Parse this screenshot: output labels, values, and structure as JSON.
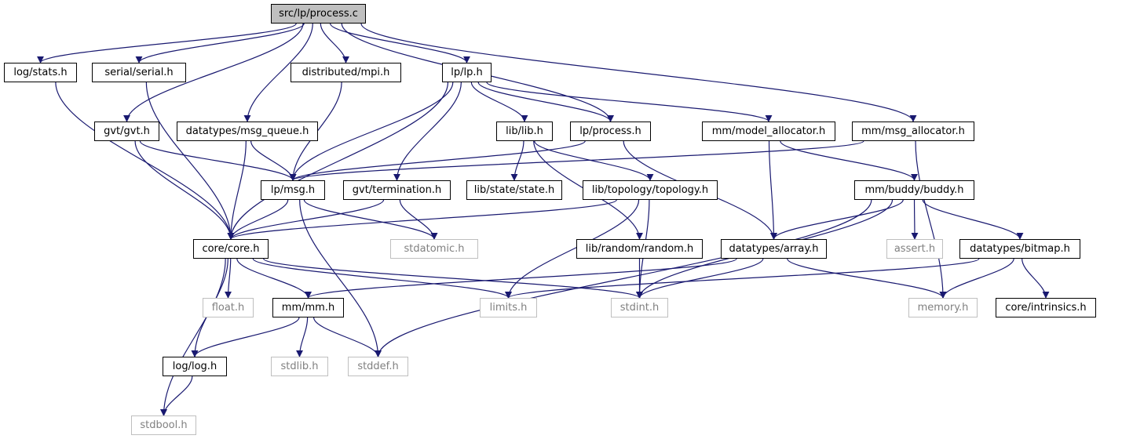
{
  "diagram": {
    "type": "include-dependency-graph",
    "colors": {
      "edge": "#191970",
      "node_border": "#000000",
      "external_border": "#bfbfbf",
      "external_text": "#808080",
      "root_fill": "#bfbfbf"
    },
    "nodes": [
      {
        "id": "process_c",
        "label": "src/lp/process.c",
        "kind": "root"
      },
      {
        "id": "log_stats",
        "label": "log/stats.h",
        "kind": "local"
      },
      {
        "id": "serial",
        "label": "serial/serial.h",
        "kind": "local"
      },
      {
        "id": "mpi",
        "label": "distributed/mpi.h",
        "kind": "local"
      },
      {
        "id": "lp_lp",
        "label": "lp/lp.h",
        "kind": "local"
      },
      {
        "id": "gvt",
        "label": "gvt/gvt.h",
        "kind": "local"
      },
      {
        "id": "msg_queue",
        "label": "datatypes/msg_queue.h",
        "kind": "local"
      },
      {
        "id": "lib_lib",
        "label": "lib/lib.h",
        "kind": "local"
      },
      {
        "id": "lp_process",
        "label": "lp/process.h",
        "kind": "local"
      },
      {
        "id": "model_alloc",
        "label": "mm/model_allocator.h",
        "kind": "local"
      },
      {
        "id": "msg_alloc",
        "label": "mm/msg_allocator.h",
        "kind": "local"
      },
      {
        "id": "lp_msg",
        "label": "lp/msg.h",
        "kind": "local"
      },
      {
        "id": "gvt_term",
        "label": "gvt/termination.h",
        "kind": "local"
      },
      {
        "id": "lib_state",
        "label": "lib/state/state.h",
        "kind": "local"
      },
      {
        "id": "topology",
        "label": "lib/topology/topology.h",
        "kind": "local"
      },
      {
        "id": "buddy",
        "label": "mm/buddy/buddy.h",
        "kind": "local"
      },
      {
        "id": "core",
        "label": "core/core.h",
        "kind": "local"
      },
      {
        "id": "stdatomic",
        "label": "stdatomic.h",
        "kind": "system"
      },
      {
        "id": "random",
        "label": "lib/random/random.h",
        "kind": "local"
      },
      {
        "id": "array",
        "label": "datatypes/array.h",
        "kind": "local"
      },
      {
        "id": "assert",
        "label": "assert.h",
        "kind": "system"
      },
      {
        "id": "bitmap",
        "label": "datatypes/bitmap.h",
        "kind": "local"
      },
      {
        "id": "float",
        "label": "float.h",
        "kind": "system"
      },
      {
        "id": "mm",
        "label": "mm/mm.h",
        "kind": "local"
      },
      {
        "id": "limits",
        "label": "limits.h",
        "kind": "system"
      },
      {
        "id": "stdint",
        "label": "stdint.h",
        "kind": "system"
      },
      {
        "id": "memory",
        "label": "memory.h",
        "kind": "system"
      },
      {
        "id": "intrinsics",
        "label": "core/intrinsics.h",
        "kind": "local"
      },
      {
        "id": "log_log",
        "label": "log/log.h",
        "kind": "local"
      },
      {
        "id": "stdlib",
        "label": "stdlib.h",
        "kind": "system"
      },
      {
        "id": "stddef",
        "label": "stddef.h",
        "kind": "system"
      },
      {
        "id": "stdbool",
        "label": "stdbool.h",
        "kind": "system"
      }
    ],
    "edges": [
      [
        "process_c",
        "log_stats"
      ],
      [
        "process_c",
        "serial"
      ],
      [
        "process_c",
        "mpi"
      ],
      [
        "process_c",
        "lp_lp"
      ],
      [
        "process_c",
        "gvt"
      ],
      [
        "process_c",
        "msg_queue"
      ],
      [
        "process_c",
        "lp_process"
      ],
      [
        "process_c",
        "msg_alloc"
      ],
      [
        "log_stats",
        "core"
      ],
      [
        "serial",
        "core"
      ],
      [
        "mpi",
        "lp_msg"
      ],
      [
        "lp_lp",
        "lp_msg"
      ],
      [
        "lp_lp",
        "core"
      ],
      [
        "lp_lp",
        "lib_lib"
      ],
      [
        "lp_lp",
        "lp_process"
      ],
      [
        "lp_lp",
        "model_alloc"
      ],
      [
        "lp_lp",
        "gvt_term"
      ],
      [
        "gvt",
        "lp_msg"
      ],
      [
        "gvt",
        "core"
      ],
      [
        "msg_queue",
        "lp_msg"
      ],
      [
        "msg_queue",
        "core"
      ],
      [
        "lib_lib",
        "lib_state"
      ],
      [
        "lib_lib",
        "topology"
      ],
      [
        "lib_lib",
        "random"
      ],
      [
        "lp_process",
        "lp_msg"
      ],
      [
        "lp_process",
        "array"
      ],
      [
        "model_alloc",
        "array"
      ],
      [
        "model_alloc",
        "buddy"
      ],
      [
        "msg_alloc",
        "lp_msg"
      ],
      [
        "msg_alloc",
        "memory"
      ],
      [
        "lp_msg",
        "core"
      ],
      [
        "lp_msg",
        "stdatomic"
      ],
      [
        "lp_msg",
        "stddef"
      ],
      [
        "gvt_term",
        "core"
      ],
      [
        "gvt_term",
        "stdatomic"
      ],
      [
        "topology",
        "core"
      ],
      [
        "topology",
        "limits"
      ],
      [
        "topology",
        "stdint"
      ],
      [
        "buddy",
        "array"
      ],
      [
        "buddy",
        "assert"
      ],
      [
        "buddy",
        "bitmap"
      ],
      [
        "buddy",
        "stdint"
      ],
      [
        "buddy",
        "stddef"
      ],
      [
        "core",
        "float"
      ],
      [
        "core",
        "mm"
      ],
      [
        "core",
        "limits"
      ],
      [
        "core",
        "stdint"
      ],
      [
        "core",
        "log_log"
      ],
      [
        "core",
        "stdbool"
      ],
      [
        "random",
        "stdint"
      ],
      [
        "array",
        "mm"
      ],
      [
        "array",
        "stdint"
      ],
      [
        "array",
        "memory"
      ],
      [
        "bitmap",
        "limits"
      ],
      [
        "bitmap",
        "memory"
      ],
      [
        "bitmap",
        "intrinsics"
      ],
      [
        "mm",
        "log_log"
      ],
      [
        "mm",
        "stdlib"
      ],
      [
        "mm",
        "stddef"
      ],
      [
        "log_log",
        "stdbool"
      ]
    ]
  }
}
